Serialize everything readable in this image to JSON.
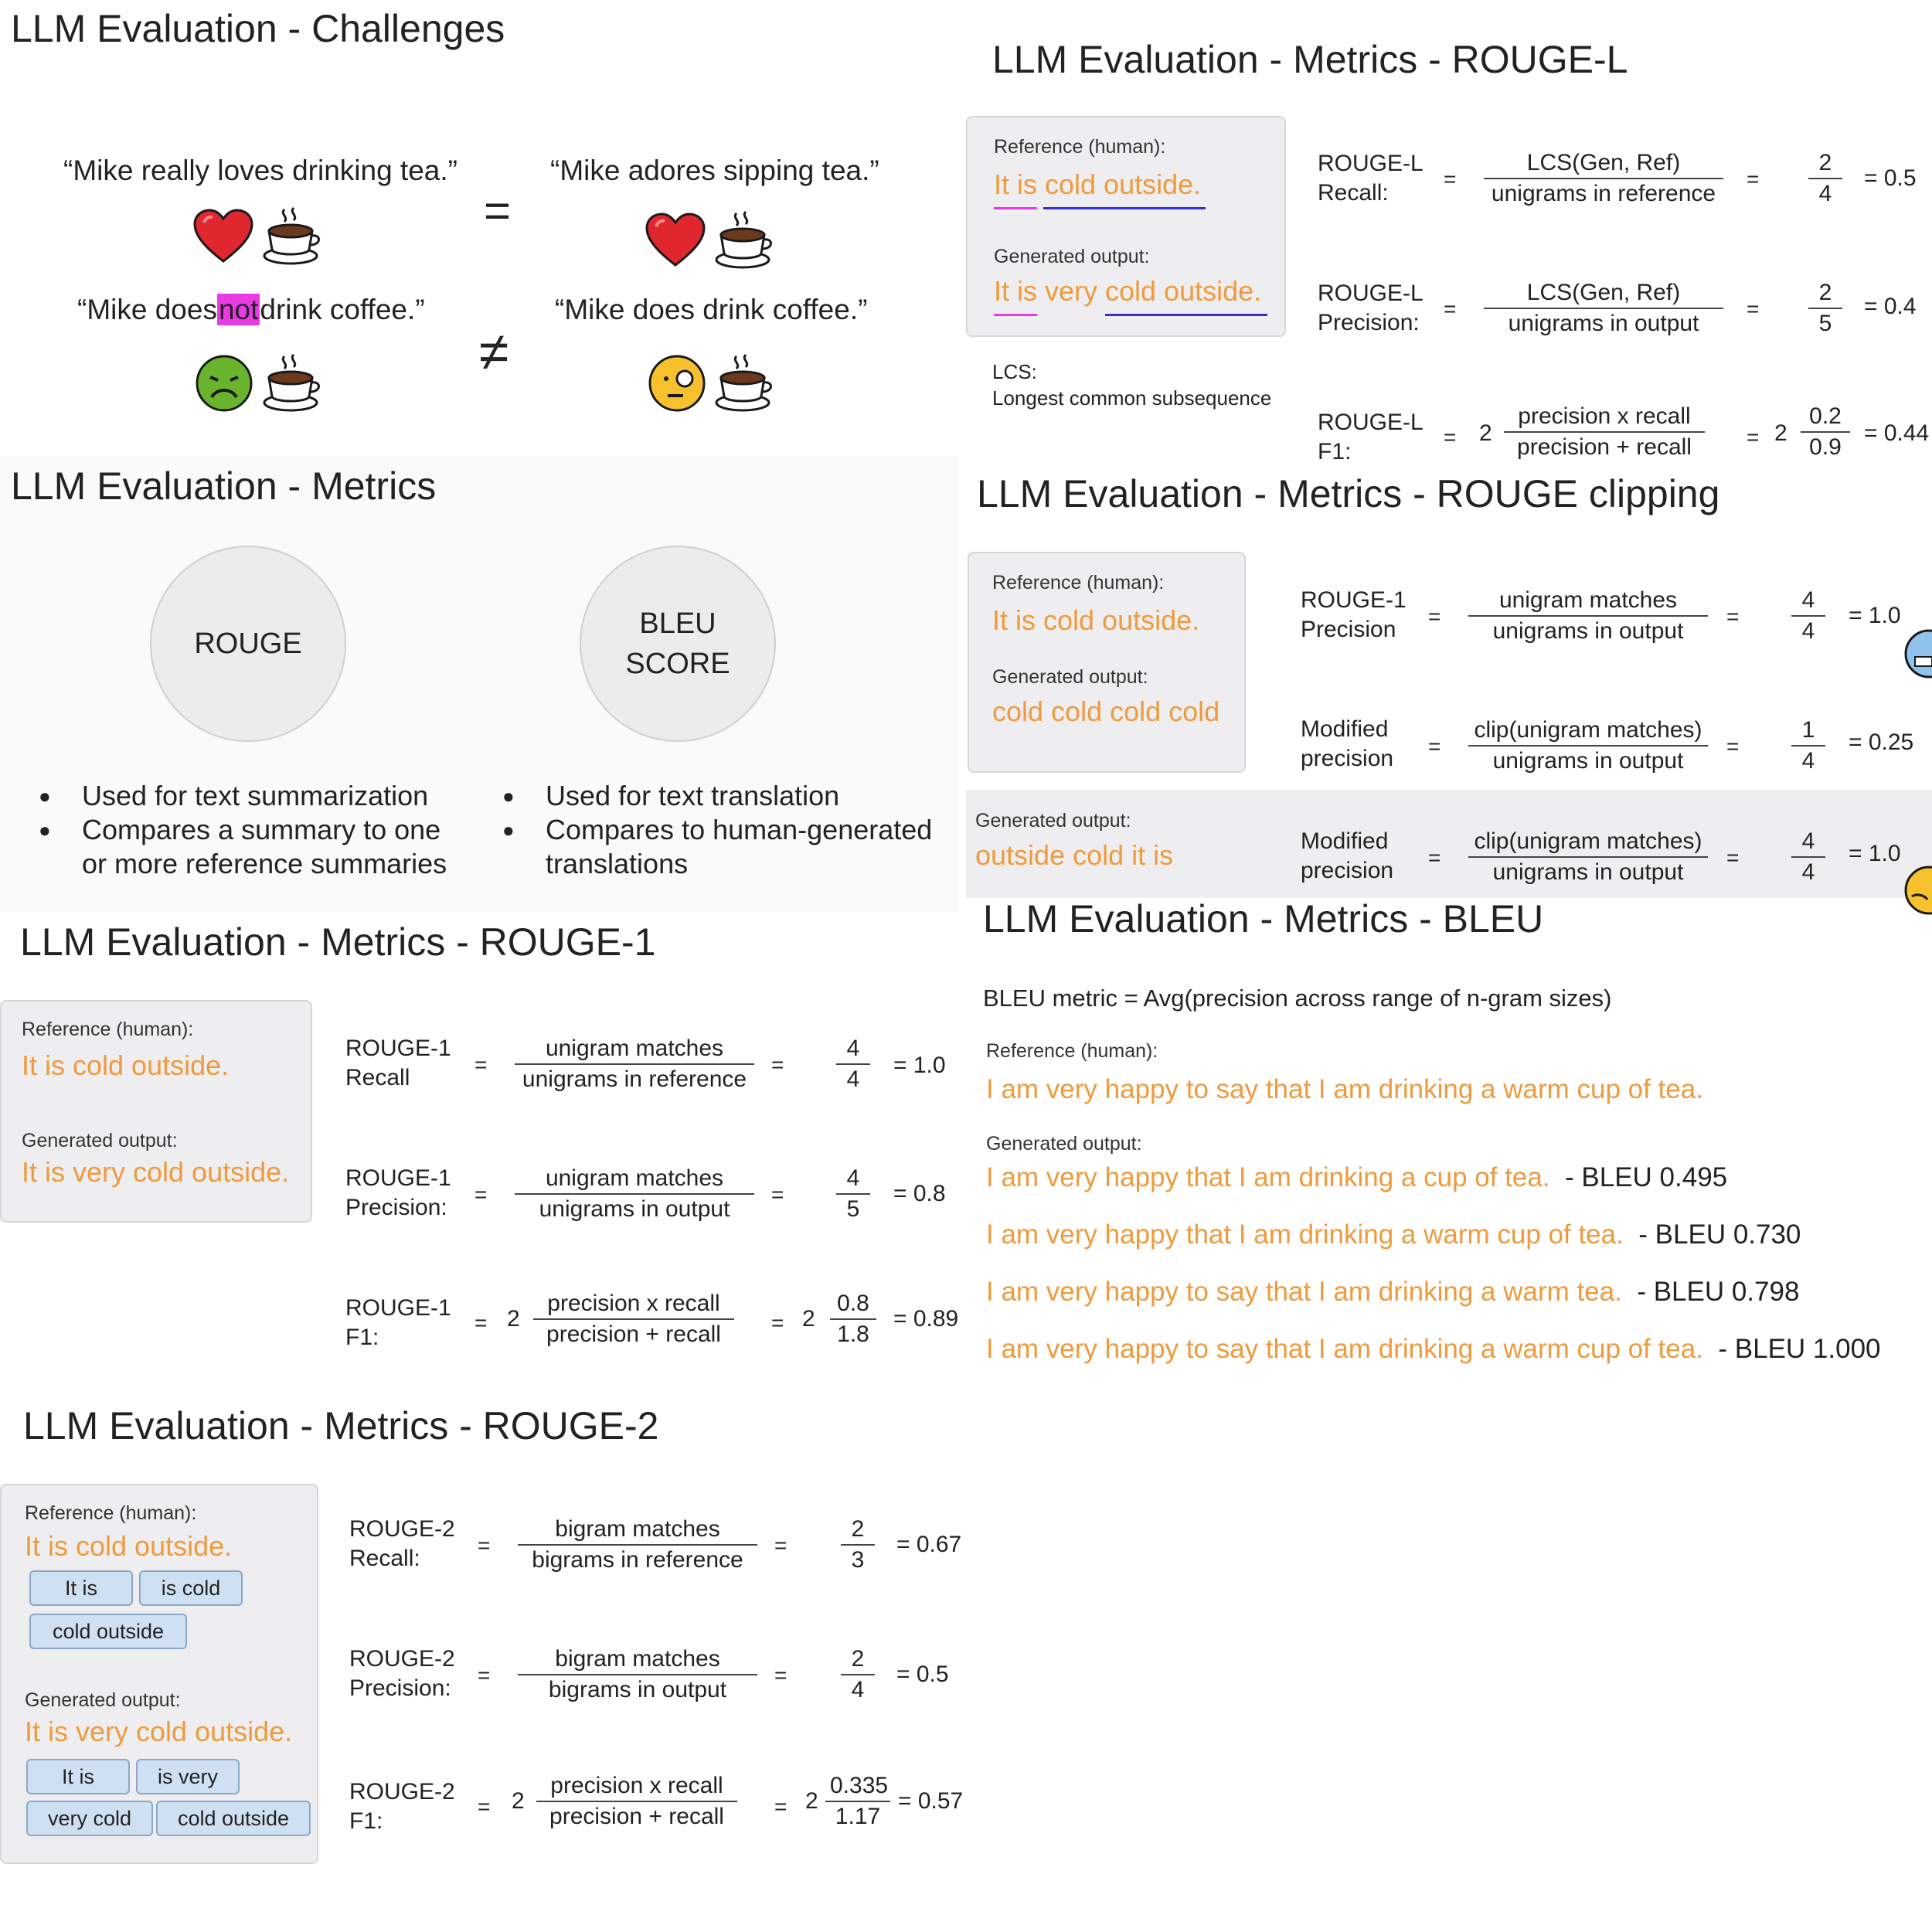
{
  "challenges": {
    "title": "LLM Evaluation - Challenges",
    "s1": "“Mike really loves drinking tea.”",
    "s2": "“Mike adores sipping tea.”",
    "equals": "=",
    "s3a": "“Mike does",
    "s3b": "not",
    "s3c": "drink coffee.”",
    "s4": "“Mike does drink coffee.”",
    "notequals": "≠"
  },
  "metrics": {
    "title": "LLM Evaluation - Metrics",
    "rouge": "ROUGE",
    "bleu_line1": "BLEU",
    "bleu_line2": "SCORE",
    "rouge_b1": "Used for text summarization",
    "rouge_b2": "Compares a summary to one or more reference summaries",
    "bleu_b1": "Used for text translation",
    "bleu_b2": "Compares to human-generated translations"
  },
  "rouge1": {
    "title": "LLM Evaluation - Metrics - ROUGE-1",
    "ref_label": "Reference (human):",
    "ref_text": "It is cold outside.",
    "gen_label": "Generated output:",
    "gen_text": "It is very cold outside.",
    "recall_label1": "ROUGE-1",
    "recall_label2": "Recall",
    "recall_num": "unigram matches",
    "recall_den": "unigrams in reference",
    "recall_vnum": "4",
    "recall_vden": "4",
    "recall_res": "= 1.0",
    "prec_label1": "ROUGE-1",
    "prec_label2": "Precision:",
    "prec_num": "unigram matches",
    "prec_den": "unigrams in output",
    "prec_vnum": "4",
    "prec_vden": "5",
    "prec_res": "= 0.8",
    "f1_label1": "ROUGE-1",
    "f1_label2": "F1:",
    "f1_num": "precision x recall",
    "f1_den": "precision + recall",
    "f1_vnum": "0.8",
    "f1_vden": "1.8",
    "f1_res": "= 0.89",
    "two": "2",
    "eq": "="
  },
  "rouge2": {
    "title": "LLM Evaluation - Metrics - ROUGE-2",
    "ref_label": "Reference (human):",
    "ref_text": "It is cold outside.",
    "ref_chips": [
      "It is",
      "is cold",
      "cold outside"
    ],
    "gen_label": "Generated output:",
    "gen_text": "It is very cold outside.",
    "gen_chips": [
      "It is",
      "is very",
      "very cold",
      "cold outside"
    ],
    "recall_label1": "ROUGE-2",
    "recall_label2": "Recall:",
    "recall_num": "bigram matches",
    "recall_den": "bigrams in reference",
    "recall_vnum": "2",
    "recall_vden": "3",
    "recall_res": "= 0.67",
    "prec_label1": "ROUGE-2",
    "prec_label2": "Precision:",
    "prec_num": "bigram matches",
    "prec_den": "bigrams in output",
    "prec_vnum": "2",
    "prec_vden": "4",
    "prec_res": "= 0.5",
    "f1_label1": "ROUGE-2",
    "f1_label2": "F1:",
    "f1_num": "precision x recall",
    "f1_den": "precision + recall",
    "f1_vnum": "0.335",
    "f1_vden": "1.17",
    "f1_res": "= 0.57",
    "two": "2",
    "eq": "="
  },
  "rougel": {
    "title": "LLM Evaluation - Metrics - ROUGE-L",
    "ref_label": "Reference (human):",
    "ref_text": "It is cold outside.",
    "gen_label": "Generated output:",
    "gen_text": "It is very cold outside.",
    "lcs_label": "LCS:",
    "lcs_desc": "Longest common subsequence",
    "recall_label1": "ROUGE-L",
    "recall_label2": "Recall:",
    "recall_num": "LCS(Gen, Ref)",
    "recall_den": "unigrams in reference",
    "recall_vnum": "2",
    "recall_vden": "4",
    "recall_res": "= 0.5",
    "prec_label1": "ROUGE-L",
    "prec_label2": "Precision:",
    "prec_num": "LCS(Gen, Ref)",
    "prec_den": "unigrams in output",
    "prec_vnum": "2",
    "prec_vden": "5",
    "prec_res": "= 0.4",
    "f1_label1": "ROUGE-L",
    "f1_label2": "F1:",
    "f1_num": "precision x recall",
    "f1_den": "precision + recall",
    "f1_vnum": "0.2",
    "f1_vden": "0.9",
    "f1_res": "= 0.44",
    "two": "2",
    "eq": "="
  },
  "clipping": {
    "title": "LLM Evaluation - Metrics - ROUGE clipping",
    "ref_label": "Reference (human):",
    "ref_text": "It is cold outside.",
    "gen_label": "Generated output:",
    "gen_text": "cold cold cold cold",
    "gen2_label": "Generated output:",
    "gen2_text": "outside cold it is",
    "p_label1": "ROUGE-1",
    "p_label2": "Precision",
    "p_num": "unigram matches",
    "p_den": "unigrams in output",
    "p_vnum": "4",
    "p_vden": "4",
    "p_res": "= 1.0",
    "m_label1": "Modified",
    "m_label2": "precision",
    "m_num": "clip(unigram matches)",
    "m_den": "unigrams in output",
    "m_vnum": "1",
    "m_vden": "4",
    "m_res": "= 0.25",
    "m2_label1": "Modified",
    "m2_label2": "precision",
    "m2_num": "clip(unigram matches)",
    "m2_den": "unigrams in output",
    "m2_vnum": "4",
    "m2_vden": "4",
    "m2_res": "= 1.0",
    "eq": "="
  },
  "bleu": {
    "title": "LLM Evaluation - Metrics - BLEU",
    "formula": "BLEU metric = Avg(precision across range of n-gram sizes)",
    "ref_label": "Reference (human):",
    "ref_text": "I am very happy to say that I am drinking a warm cup of tea.",
    "gen_label": "Generated output:",
    "outputs": [
      {
        "text": "I am very happy that I am drinking a cup of tea.",
        "score": "- BLEU 0.495"
      },
      {
        "text": "I am very happy that I am drinking a warm cup of tea.",
        "score": "- BLEU 0.730"
      },
      {
        "text": "I am very happy to say that I am drinking a warm tea.",
        "score": "- BLEU 0.798"
      },
      {
        "text": "I am very happy to say that I am drinking a warm cup of tea.",
        "score": "- BLEU 1.000"
      }
    ]
  },
  "colors": {
    "orange": "#ef9a3c",
    "magenta": "#e93ae6",
    "underline_blue": "#3a2fc9",
    "chip_blue": "#cfe0f3"
  },
  "icons": [
    "heart-icon",
    "hot-beverage-icon",
    "nauseated-face-icon",
    "face-with-monocle-icon",
    "cold-face-icon",
    "thinking-face-icon"
  ]
}
